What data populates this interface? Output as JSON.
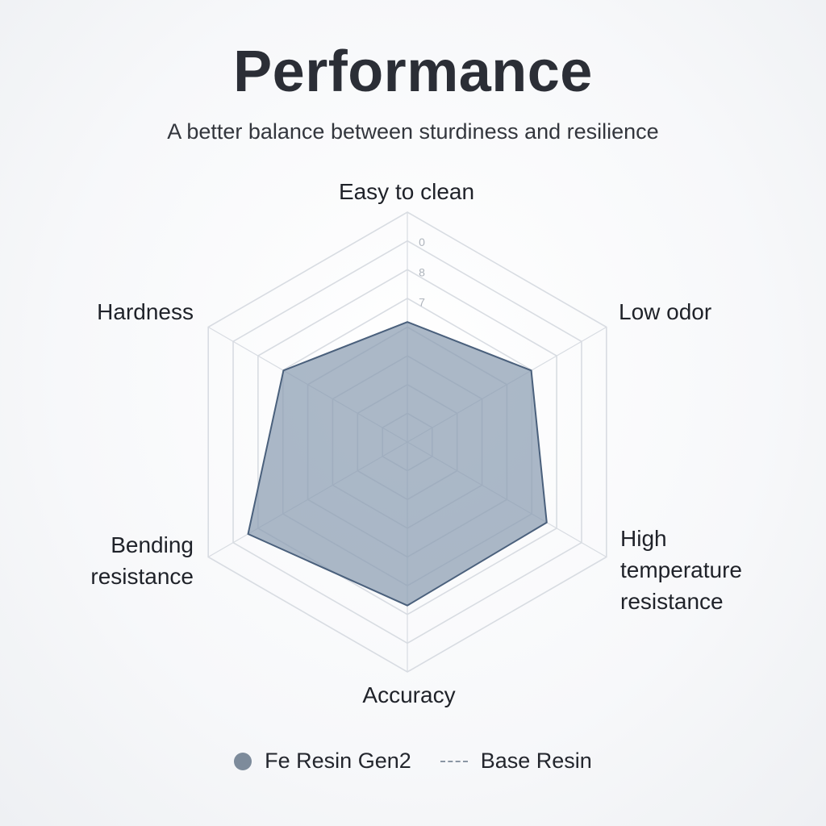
{
  "title": "Performance",
  "subtitle": "A better balance between sturdiness and resilience",
  "chart_data": {
    "type": "radar",
    "axes": [
      "Easy to clean",
      "Low odor",
      "High\ntemperature\nresistance",
      "Accuracy",
      "Bending\nresistance",
      "Hardness"
    ],
    "max": 9,
    "rings": 8,
    "tick_labels": [
      "7",
      "8",
      "0"
    ],
    "series": [
      {
        "name": "Fe Resin Gen2",
        "values": [
          4.7,
          5.6,
          6.3,
          6.4,
          7.2,
          5.6
        ],
        "fill": "#8a9cb2",
        "stroke": "#4a607c"
      },
      {
        "name": "Base Resin",
        "values": [],
        "stroke": "#8a96a4"
      }
    ],
    "legend_position": "bottom"
  },
  "colors": {
    "grid": "#d8dce2",
    "fill": "#8a9cb2",
    "stroke": "#4a607c"
  }
}
